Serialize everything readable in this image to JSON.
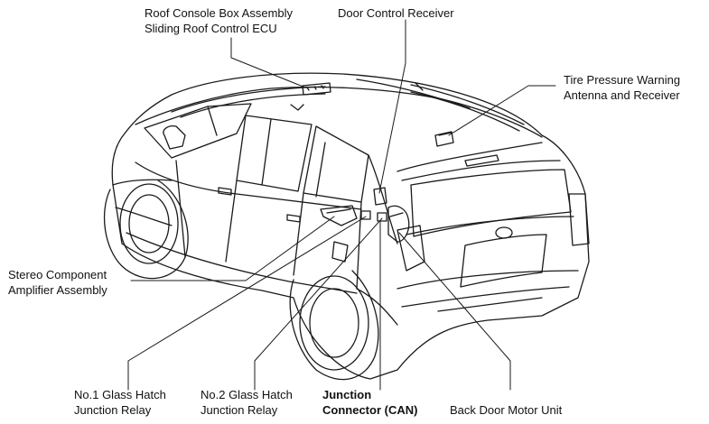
{
  "colors": {
    "line": "#1a1a1a",
    "text": "#111111",
    "background": "#ffffff"
  },
  "labels": {
    "roof_console": {
      "line1": "Roof Console Box Assembly",
      "line2": "Sliding Roof Control ECU"
    },
    "door_control_receiver": {
      "line1": "Door Control Receiver"
    },
    "tire_pressure": {
      "line1": "Tire Pressure Warning",
      "line2": "Antenna and Receiver"
    },
    "stereo_amplifier": {
      "line1": "Stereo Component",
      "line2": "Amplifier Assembly"
    },
    "glass_hatch_relay_1": {
      "line1": "No.1 Glass Hatch",
      "line2": "Junction Relay"
    },
    "glass_hatch_relay_2": {
      "line1": "No.2 Glass Hatch",
      "line2": "Junction Relay"
    },
    "junction_connector": {
      "line1": "Junction",
      "line2": "Connector (CAN)"
    },
    "back_door_motor": {
      "line1": "Back Door Motor Unit"
    }
  }
}
